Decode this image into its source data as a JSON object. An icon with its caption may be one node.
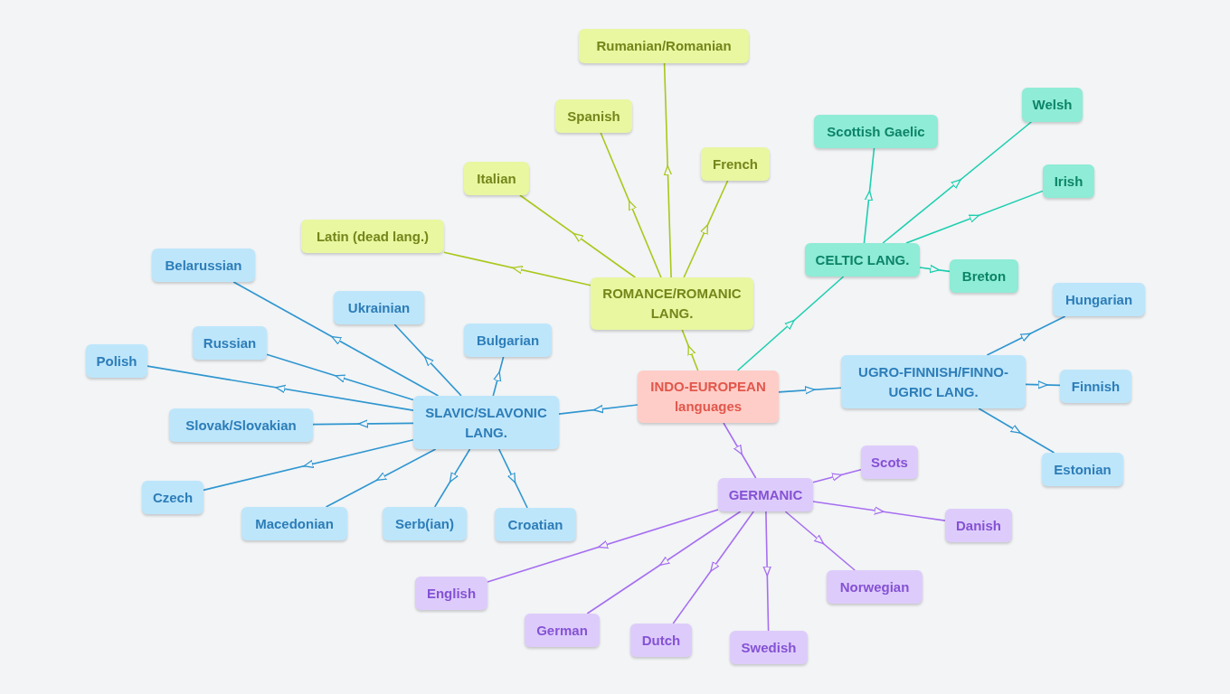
{
  "diagram": {
    "nodes": [
      {
        "text": [
          "INDO-EUROPEAN languages"
        ]
      },
      {
        "text": [
          "ROMANCE/ROMANIC LANG."
        ]
      },
      {
        "text": [
          "Rumanian/Romanian"
        ]
      },
      {
        "text": [
          "Spanish"
        ]
      },
      {
        "text": [
          "French"
        ]
      },
      {
        "text": [
          "Italian"
        ]
      },
      {
        "text": [
          "Latin (dead lang.)"
        ]
      },
      {
        "text": [
          "CELTIC LANG."
        ]
      },
      {
        "text": [
          "Scottish Gaelic"
        ]
      },
      {
        "text": [
          "Welsh"
        ]
      },
      {
        "text": [
          "Irish"
        ]
      },
      {
        "text": [
          "Breton"
        ]
      },
      {
        "text": [
          "UGRO-FINNISH/FINNO-UGRIC LANG."
        ]
      },
      {
        "text": [
          "Hungarian"
        ]
      },
      {
        "text": [
          "Finnish"
        ]
      },
      {
        "text": [
          "Estonian"
        ]
      },
      {
        "text": [
          "SLAVIC/SLAVONIC LANG."
        ]
      },
      {
        "text": [
          "Belarussian"
        ]
      },
      {
        "text": [
          "Ukrainian"
        ]
      },
      {
        "text": [
          "Bulgarian"
        ]
      },
      {
        "text": [
          "Russian"
        ]
      },
      {
        "text": [
          "Polish"
        ]
      },
      {
        "text": [
          "Slovak/Slovakian"
        ]
      },
      {
        "text": [
          "Czech"
        ]
      },
      {
        "text": [
          "Macedonian"
        ]
      },
      {
        "text": [
          "Serb(ian)"
        ]
      },
      {
        "text": [
          "Croatian"
        ]
      },
      {
        "text": [
          "GERMANIC"
        ]
      },
      {
        "text": [
          "Scots"
        ]
      },
      {
        "text": [
          "Danish"
        ]
      },
      {
        "text": [
          "Norwegian"
        ]
      },
      {
        "text": [
          "English"
        ]
      },
      {
        "text": [
          "German"
        ]
      },
      {
        "text": [
          "Dutch"
        ]
      },
      {
        "text": [
          "Swedish"
        ]
      }
    ],
    "edges": [
      {
        "from": 0,
        "to": 1,
        "arrow": "to",
        "color": "#a8c81a"
      },
      {
        "from": 0,
        "to": 7,
        "arrow": "to",
        "color": "#1ccfae"
      },
      {
        "from": 0,
        "to": 12,
        "arrow": "to"
      },
      {
        "from": 0,
        "to": 16,
        "arrow": "to"
      },
      {
        "from": 0,
        "to": 27,
        "arrow": "to",
        "color": "#a66ef0"
      },
      {
        "from": 1,
        "to": 2,
        "arrow": "to",
        "color": "#a8c81a"
      },
      {
        "from": 1,
        "to": 3,
        "arrow": "to",
        "color": "#a8c81a"
      },
      {
        "from": 1,
        "to": 4,
        "arrow": "to",
        "color": "#a8c81a"
      },
      {
        "from": 1,
        "to": 5,
        "arrow": "to",
        "color": "#a8c81a"
      },
      {
        "from": 1,
        "to": 6,
        "arrow": "to",
        "color": "#a8c81a"
      },
      {
        "from": 7,
        "to": 8,
        "arrow": "to",
        "color": "#1ccfae"
      },
      {
        "from": 7,
        "to": 9,
        "arrow": "to",
        "color": "#1ccfae"
      },
      {
        "from": 7,
        "to": 10,
        "arrow": "to",
        "color": "#1ccfae"
      },
      {
        "from": 7,
        "to": 11,
        "arrow": "to",
        "color": "#1ccfae"
      },
      {
        "from": 12,
        "to": 13,
        "arrow": "to"
      },
      {
        "from": 12,
        "to": 14,
        "arrow": "to"
      },
      {
        "from": 12,
        "to": 15,
        "arrow": "to"
      },
      {
        "from": 16,
        "to": 17,
        "arrow": "to"
      },
      {
        "from": 16,
        "to": 18,
        "arrow": "to"
      },
      {
        "from": 16,
        "to": 19,
        "arrow": "to"
      },
      {
        "from": 16,
        "to": 20,
        "arrow": "to"
      },
      {
        "from": 16,
        "to": 21,
        "arrow": "to"
      },
      {
        "from": 16,
        "to": 22,
        "arrow": "to"
      },
      {
        "from": 16,
        "to": 23,
        "arrow": "to"
      },
      {
        "from": 16,
        "to": 24,
        "arrow": "to"
      },
      {
        "from": 16,
        "to": 25,
        "arrow": "to"
      },
      {
        "from": 16,
        "to": 26,
        "arrow": "to"
      },
      {
        "from": 27,
        "to": 28,
        "arrow": "to",
        "color": "#a66ef0"
      },
      {
        "from": 27,
        "to": 29,
        "arrow": "to",
        "color": "#a66ef0"
      },
      {
        "from": 27,
        "to": 30,
        "arrow": "to",
        "color": "#a66ef0"
      },
      {
        "from": 27,
        "to": 31,
        "arrow": "to",
        "color": "#a66ef0"
      },
      {
        "from": 27,
        "to": 32,
        "arrow": "to",
        "color": "#a66ef0"
      },
      {
        "from": 27,
        "to": 33,
        "arrow": "to",
        "color": "#a66ef0"
      },
      {
        "from": 27,
        "to": 34,
        "arrow": "to",
        "color": "#a66ef0"
      }
    ]
  }
}
